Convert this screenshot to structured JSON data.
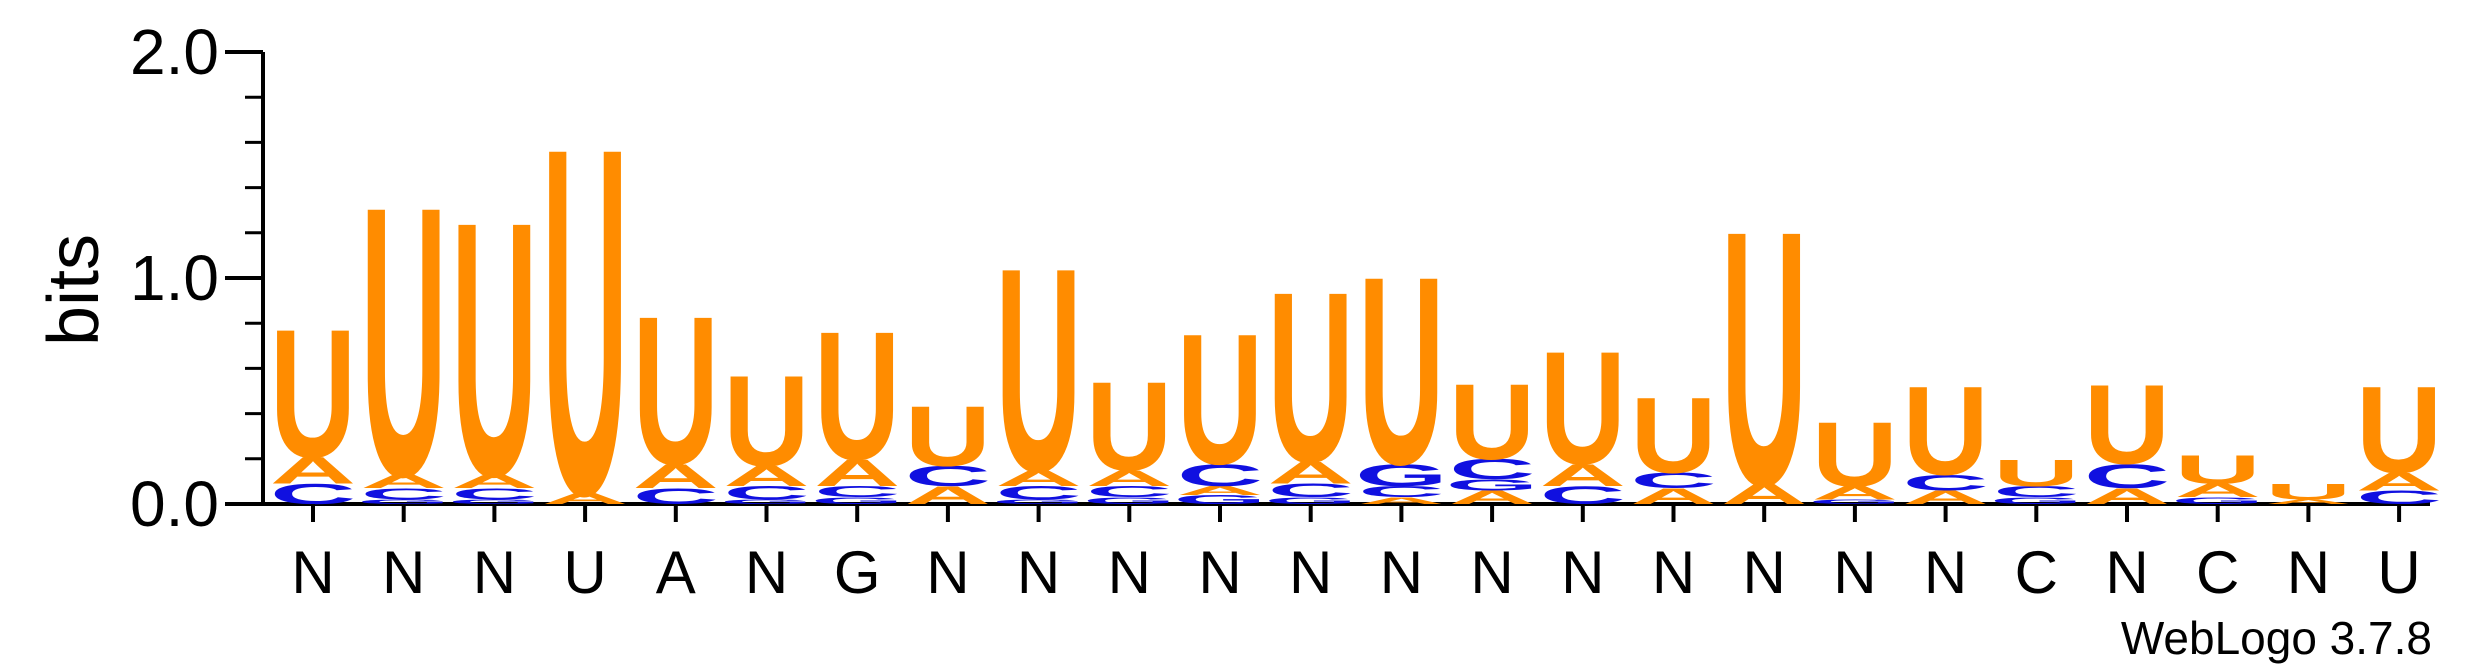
{
  "chart_data": {
    "type": "sequence-logo",
    "ylabel": "bits",
    "ylim": [
      0,
      2.0
    ],
    "yticks": [
      {
        "value": 0.0,
        "label": "0.0"
      },
      {
        "value": 1.0,
        "label": "1.0"
      },
      {
        "value": 2.0,
        "label": "2.0"
      }
    ],
    "footer": "WebLogo 3.7.8",
    "colors": {
      "U": "#ff8c00",
      "A": "#ff8c00",
      "C": "#1010e0",
      "G": "#1010e0"
    },
    "positions": [
      {
        "label": "N",
        "stack": [
          {
            "letter": "C",
            "bits": 0.09
          },
          {
            "letter": "A",
            "bits": 0.12
          },
          {
            "letter": "U",
            "bits": 0.58
          }
        ]
      },
      {
        "label": "N",
        "stack": [
          {
            "letter": "G",
            "bits": 0.02
          },
          {
            "letter": "C",
            "bits": 0.05
          },
          {
            "letter": "A",
            "bits": 0.06
          },
          {
            "letter": "U",
            "bits": 1.22
          }
        ]
      },
      {
        "label": "N",
        "stack": [
          {
            "letter": "G",
            "bits": 0.02
          },
          {
            "letter": "C",
            "bits": 0.05
          },
          {
            "letter": "A",
            "bits": 0.06
          },
          {
            "letter": "U",
            "bits": 1.15
          }
        ]
      },
      {
        "label": "U",
        "stack": [
          {
            "letter": "A",
            "bits": 0.05
          },
          {
            "letter": "U",
            "bits": 1.57
          }
        ]
      },
      {
        "label": "A",
        "stack": [
          {
            "letter": "C",
            "bits": 0.07
          },
          {
            "letter": "A",
            "bits": 0.11
          },
          {
            "letter": "U",
            "bits": 0.67
          }
        ]
      },
      {
        "label": "N",
        "stack": [
          {
            "letter": "G",
            "bits": 0.02
          },
          {
            "letter": "C",
            "bits": 0.06
          },
          {
            "letter": "A",
            "bits": 0.09
          },
          {
            "letter": "U",
            "bits": 0.41
          }
        ]
      },
      {
        "label": "G",
        "stack": [
          {
            "letter": "G",
            "bits": 0.03
          },
          {
            "letter": "C",
            "bits": 0.05
          },
          {
            "letter": "A",
            "bits": 0.12
          },
          {
            "letter": "U",
            "bits": 0.58
          }
        ]
      },
      {
        "label": "N",
        "stack": [
          {
            "letter": "A",
            "bits": 0.08
          },
          {
            "letter": "C",
            "bits": 0.09
          },
          {
            "letter": "U",
            "bits": 0.27
          }
        ]
      },
      {
        "label": "N",
        "stack": [
          {
            "letter": "G",
            "bits": 0.02
          },
          {
            "letter": "C",
            "bits": 0.06
          },
          {
            "letter": "A",
            "bits": 0.07
          },
          {
            "letter": "U",
            "bits": 0.92
          }
        ]
      },
      {
        "label": "N",
        "stack": [
          {
            "letter": "G",
            "bits": 0.03
          },
          {
            "letter": "C",
            "bits": 0.05
          },
          {
            "letter": "A",
            "bits": 0.07
          },
          {
            "letter": "U",
            "bits": 0.4
          }
        ]
      },
      {
        "label": "N",
        "stack": [
          {
            "letter": "G",
            "bits": 0.04
          },
          {
            "letter": "A",
            "bits": 0.04
          },
          {
            "letter": "C",
            "bits": 0.1
          },
          {
            "letter": "U",
            "bits": 0.59
          }
        ]
      },
      {
        "label": "N",
        "stack": [
          {
            "letter": "G",
            "bits": 0.03
          },
          {
            "letter": "C",
            "bits": 0.06
          },
          {
            "letter": "A",
            "bits": 0.1
          },
          {
            "letter": "U",
            "bits": 0.77
          }
        ]
      },
      {
        "label": "N",
        "stack": [
          {
            "letter": "A",
            "bits": 0.03
          },
          {
            "letter": "C",
            "bits": 0.05
          },
          {
            "letter": "G",
            "bits": 0.1
          },
          {
            "letter": "U",
            "bits": 0.85
          }
        ]
      },
      {
        "label": "N",
        "stack": [
          {
            "letter": "A",
            "bits": 0.06
          },
          {
            "letter": "G",
            "bits": 0.05
          },
          {
            "letter": "C",
            "bits": 0.09
          },
          {
            "letter": "U",
            "bits": 0.34
          }
        ]
      },
      {
        "label": "N",
        "stack": [
          {
            "letter": "C",
            "bits": 0.08
          },
          {
            "letter": "A",
            "bits": 0.1
          },
          {
            "letter": "U",
            "bits": 0.51
          }
        ]
      },
      {
        "label": "N",
        "stack": [
          {
            "letter": "A",
            "bits": 0.07
          },
          {
            "letter": "C",
            "bits": 0.07
          },
          {
            "letter": "U",
            "bits": 0.34
          }
        ]
      },
      {
        "label": "N",
        "stack": [
          {
            "letter": "A",
            "bits": 0.09
          },
          {
            "letter": "U",
            "bits": 1.15
          }
        ]
      },
      {
        "label": "N",
        "stack": [
          {
            "letter": "G",
            "bits": 0.02
          },
          {
            "letter": "A",
            "bits": 0.06
          },
          {
            "letter": "U",
            "bits": 0.29
          }
        ]
      },
      {
        "label": "N",
        "stack": [
          {
            "letter": "A",
            "bits": 0.06
          },
          {
            "letter": "C",
            "bits": 0.07
          },
          {
            "letter": "U",
            "bits": 0.4
          }
        ]
      },
      {
        "label": "C",
        "stack": [
          {
            "letter": "G",
            "bits": 0.03
          },
          {
            "letter": "C",
            "bits": 0.05
          },
          {
            "letter": "U",
            "bits": 0.12
          }
        ]
      },
      {
        "label": "N",
        "stack": [
          {
            "letter": "A",
            "bits": 0.07
          },
          {
            "letter": "C",
            "bits": 0.11
          },
          {
            "letter": "U",
            "bits": 0.36
          }
        ]
      },
      {
        "label": "C",
        "stack": [
          {
            "letter": "G",
            "bits": 0.03
          },
          {
            "letter": "A",
            "bits": 0.06
          },
          {
            "letter": "U",
            "bits": 0.13
          }
        ]
      },
      {
        "label": "N",
        "stack": [
          {
            "letter": "A",
            "bits": 0.02
          },
          {
            "letter": "U",
            "bits": 0.07
          }
        ]
      },
      {
        "label": "U",
        "stack": [
          {
            "letter": "C",
            "bits": 0.06
          },
          {
            "letter": "A",
            "bits": 0.08
          },
          {
            "letter": "U",
            "bits": 0.39
          }
        ]
      }
    ]
  }
}
